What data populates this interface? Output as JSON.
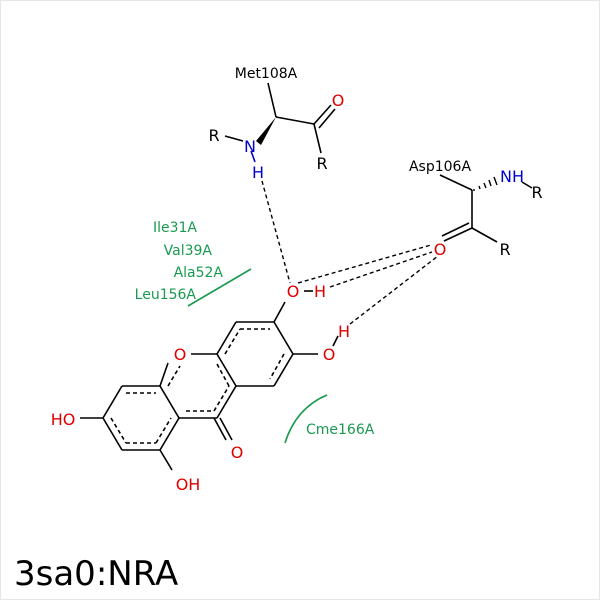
{
  "title": "3sa0:NRA",
  "colors": {
    "carbon": "#000000",
    "oxygen": "#e00000",
    "nitrogen": "#0000d0",
    "hydrophobic": "#1a9a50",
    "residue_label": "#000000"
  },
  "atoms": {
    "o_met": "O",
    "n_met": "N",
    "h_met": "H",
    "r_met1": "R",
    "r_met2": "R",
    "nh_asp": "NH",
    "r_asp1": "R",
    "r_asp2": "R",
    "o_asp": "O",
    "o_phenol1": "O",
    "h_phenol1": "H",
    "o_phenol2": "O",
    "h_phenol2": "H",
    "o_ring": "O",
    "o_ketone": "O",
    "ho_left": "HO",
    "oh_bottom": "OH"
  },
  "residues": {
    "met108": "Met108A",
    "asp106": "Asp106A"
  },
  "hydrophobic_labels": [
    "Ile31A",
    "Val39A",
    "Ala52A",
    "Leu156A",
    "Cme166A"
  ],
  "border_visible": true
}
